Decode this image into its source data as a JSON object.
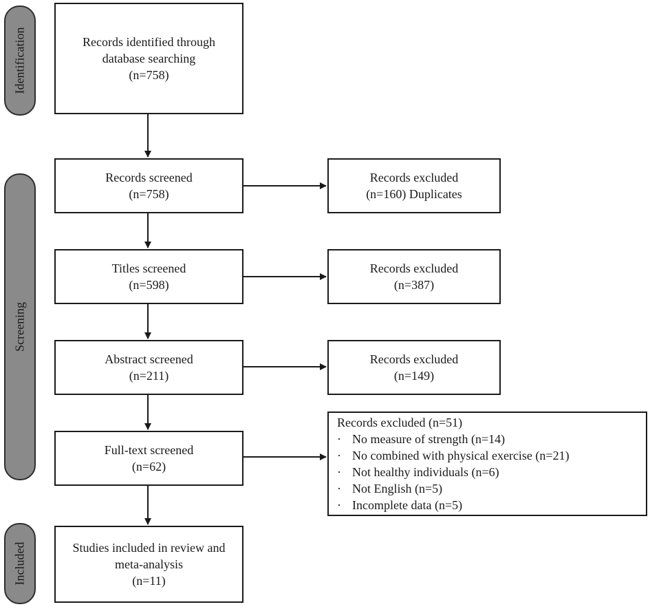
{
  "stages": {
    "identification": "Identification",
    "screening": "Screening",
    "included": "Included"
  },
  "boxes": {
    "identified": {
      "line1": "Records identified through",
      "line2": "database searching",
      "line3": "(n=758)"
    },
    "screened": {
      "line1": "Records screened",
      "line2": "(n=758)"
    },
    "titles": {
      "line1": "Titles screened",
      "line2": "(n=598)"
    },
    "abstract": {
      "line1": "Abstract screened",
      "line2": "(n=211)"
    },
    "fulltext": {
      "line1": "Full-text screened",
      "line2": "(n=62)"
    },
    "included": {
      "line1": "Studies included in review and",
      "line2": "meta-analysis",
      "line3": "(n=11)"
    }
  },
  "excluded": {
    "duplicates": {
      "line1": "Records excluded",
      "line2": "(n=160) Duplicates"
    },
    "titles": {
      "line1": "Records excluded",
      "line2": "(n=387)"
    },
    "abstract": {
      "line1": "Records excluded",
      "line2": "(n=149)"
    },
    "fulltext": {
      "title": "Records excluded (n=51)",
      "bullet": "·",
      "items": [
        "No measure of strength (n=14)",
        "No combined with physical exercise (n=21)",
        "Not healthy individuals (n=6)",
        "Not English (n=5)",
        "Incomplete data (n=5)"
      ]
    }
  }
}
